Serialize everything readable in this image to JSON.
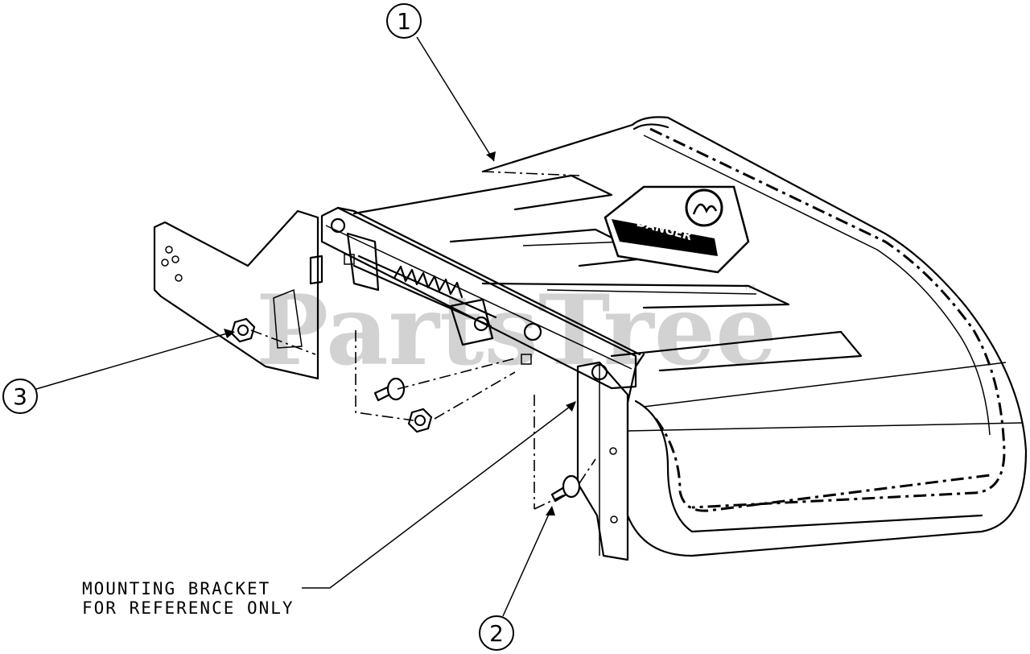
{
  "watermark": {
    "text": "PartsTree",
    "trademark": "™"
  },
  "decal": {
    "word": "DANGER"
  },
  "callouts": [
    {
      "number": "1"
    },
    {
      "number": "2"
    },
    {
      "number": "3"
    }
  ],
  "note": {
    "line1": "MOUNTING BRACKET",
    "line2": "FOR REFERENCE ONLY"
  }
}
